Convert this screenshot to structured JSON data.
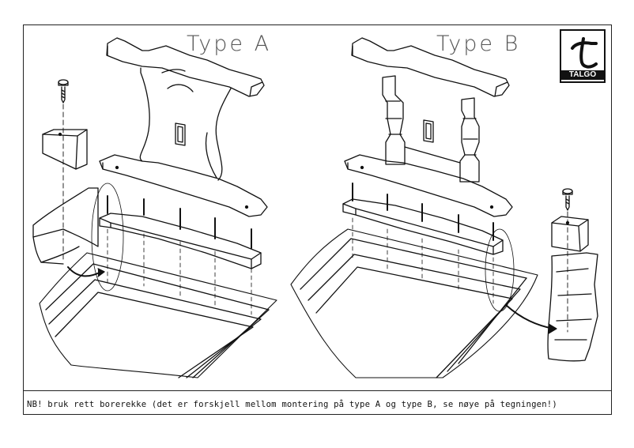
{
  "type_a_label": "Type A",
  "type_b_label": "Type B",
  "logo_text": "TALGÖ",
  "instruction_note": "NB! bruk rett borerekke (det er forskjell mellom montering på type A og type B, se nøye på tegningen!)"
}
